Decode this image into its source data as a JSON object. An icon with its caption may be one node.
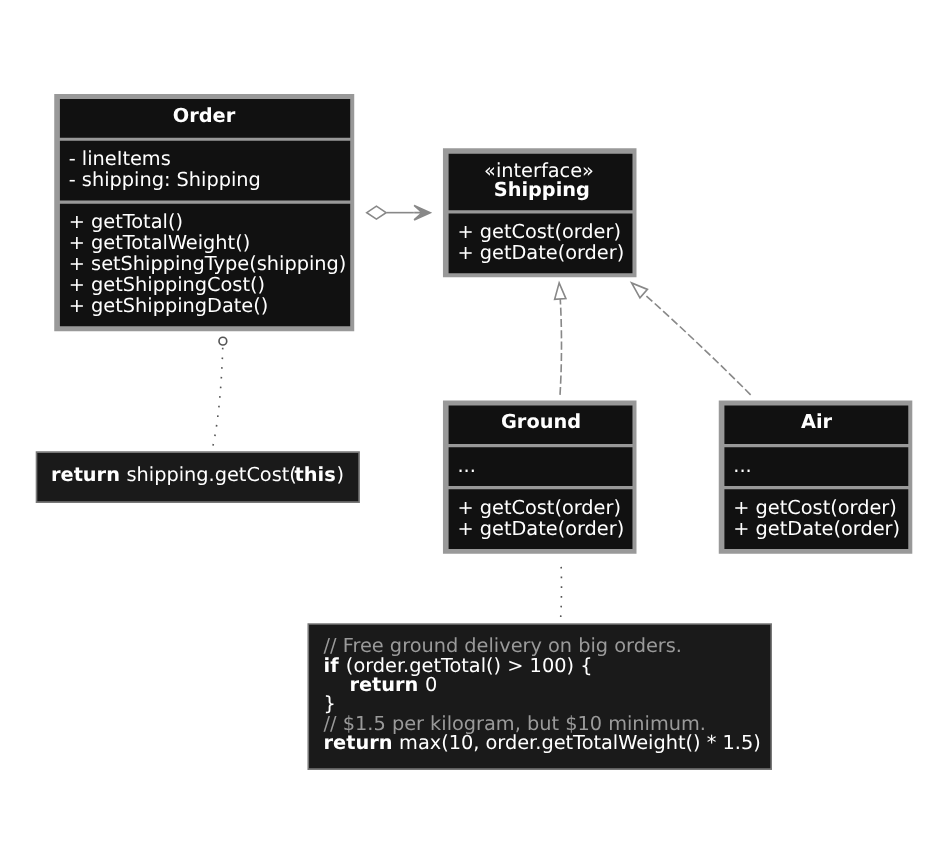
{
  "diagram": {
    "nodes": [
      {
        "text": [
          "Order",
          "- lineItems",
          "- shipping: Shipping",
          "+ getTotal()",
          "+ getTotalWeight()",
          "+ setShippingType(shipping)",
          "+ getShippingCost()",
          "+ getShippingDate()"
        ]
      },
      {
        "text": [
          "«interface»",
          "Shipping",
          "+ getCost(order)",
          "+ getDate(order)"
        ]
      },
      {
        "text": [
          "Ground",
          "...",
          "+ getCost(order)",
          "+ getDate(order)"
        ]
      },
      {
        "text": [
          "Air",
          "...",
          "+ getCost(order)",
          "+ getDate(order)"
        ]
      },
      {
        "text": [
          "**return** shipping.getCost(**this**)"
        ]
      },
      {
        "text": [
          "// Free ground delivery on big orders.",
          "**if** (order.getTotal() > 100) {",
          "**return** 0",
          "}",
          "// $1.5 per kilogram, but $10 minimum.",
          "**return** max(10, order.getTotalWeight() * 1.5)"
        ]
      }
    ],
    "edges": [
      {
        "from": 0,
        "to": 1,
        "arrow": "to",
        "color": "#888888"
      },
      {
        "from": 2,
        "to": 1,
        "arrow": "to",
        "style": "dashed",
        "color": "#888888"
      },
      {
        "from": 3,
        "to": 1,
        "arrow": "to",
        "style": "dashed",
        "color": "#888888"
      },
      {
        "from": 4,
        "to": 0,
        "arrow": "other",
        "style": "dashed",
        "color": "#555555"
      },
      {
        "from": 5,
        "to": 2,
        "arrow": "none",
        "style": "dashed",
        "color": "#555555"
      }
    ]
  }
}
